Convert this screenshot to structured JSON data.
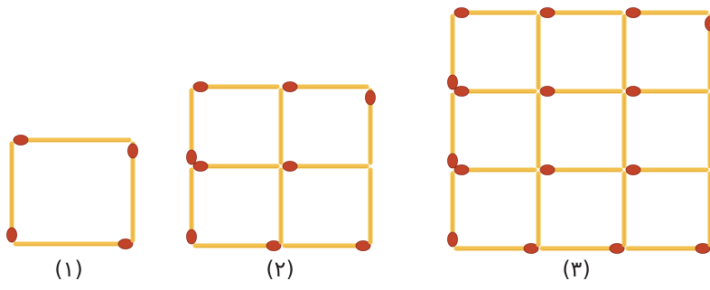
{
  "figures": [
    {
      "caption": "(۱)",
      "grid": 1
    },
    {
      "caption": "(۲)",
      "grid": 2
    },
    {
      "caption": "(۳)",
      "grid": 3
    }
  ],
  "colors": {
    "stick": "#f2c14e",
    "stick_edge": "#d99a2b",
    "match_head": "#c0432a",
    "match_head_dark": "#8e2a18",
    "caption": "#231f20"
  }
}
